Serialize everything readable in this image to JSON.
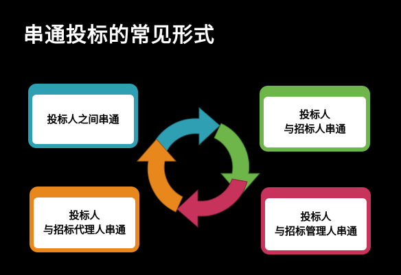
{
  "title": "串通投标的常见形式",
  "cards": {
    "top_left": {
      "line1": "投标人之间串通",
      "line2": ""
    },
    "top_right": {
      "line1": "投标人",
      "line2": "与招标人串通"
    },
    "bottom_left": {
      "line1": "投标人",
      "line2": "与招标代理人串通"
    },
    "bottom_right": {
      "line1": "投标人",
      "line2": "与招标管理人串通"
    }
  },
  "colors": {
    "teal": "#2f9fb3",
    "green": "#6fb64a",
    "orange": "#e8871c",
    "crimson": "#c8335b"
  }
}
